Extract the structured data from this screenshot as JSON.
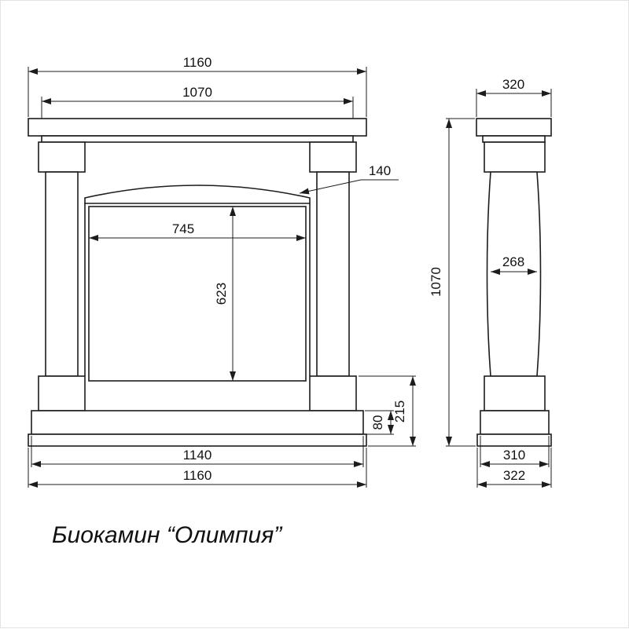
{
  "title": "Биокамин “Олимпия”",
  "front_view": {
    "overall_width": "1160",
    "shelf_width": "1070",
    "arch_offset": "140",
    "opening_width": "745",
    "opening_height": "623",
    "base_total_height": "215",
    "base_slab_height": "80",
    "base_width": "1140",
    "overall_bottom_width": "1160"
  },
  "side_view": {
    "shelf_depth": "320",
    "overall_height": "1070",
    "column_depth": "268",
    "base_depth": "310",
    "overall_depth": "322"
  }
}
